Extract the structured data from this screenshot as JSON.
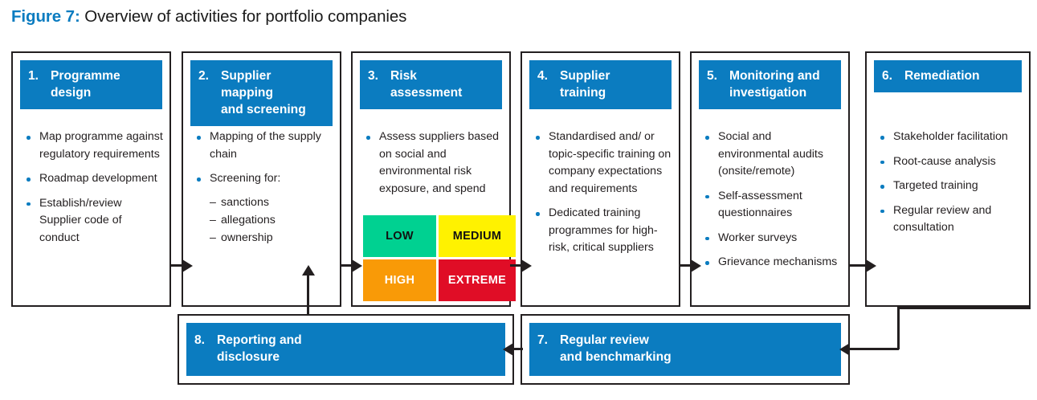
{
  "figure": {
    "label": "Figure 7:",
    "title": "Overview of activities for portfolio companies"
  },
  "colors": {
    "brand_blue": "#0b7cc0",
    "outline": "#231f20",
    "risk_low": "#00d191",
    "risk_medium": "#fff200",
    "risk_high": "#f99a07",
    "risk_extreme": "#e00d26"
  },
  "steps": [
    {
      "number": "1.",
      "title": "Programme\ndesign",
      "bullets": [
        "Map programme against regulatory requirements",
        "Roadmap development",
        "Establish/review Supplier code of conduct"
      ]
    },
    {
      "number": "2.",
      "title": "Supplier mapping\nand screening",
      "bullets": [
        "Mapping of the supply chain",
        "Screening for:"
      ],
      "sub_bullets": [
        "sanctions",
        "allegations",
        "ownership"
      ]
    },
    {
      "number": "3.",
      "title": "Risk\nassessment",
      "bullets": [
        "Assess suppliers based on social and environmental risk exposure, and spend"
      ],
      "risk_matrix": [
        {
          "label": "LOW",
          "color": "#00d191",
          "text_color": "#111111"
        },
        {
          "label": "MEDIUM",
          "color": "#fff200",
          "text_color": "#111111"
        },
        {
          "label": "HIGH",
          "color": "#f99a07",
          "text_color": "#ffffff"
        },
        {
          "label": "EXTREME",
          "color": "#e00d26",
          "text_color": "#ffffff"
        }
      ]
    },
    {
      "number": "4.",
      "title": "Supplier\ntraining",
      "bullets": [
        "Standardised and/ or topic-specific training on company expectations and requirements",
        "Dedicated training programmes for high-risk, critical suppliers"
      ]
    },
    {
      "number": "5.",
      "title": "Monitoring and\ninvestigation",
      "bullets": [
        "Social and environmental audits (onsite/remote)",
        "Self-assessment questionnaires",
        "Worker surveys",
        "Grievance mechanisms"
      ]
    },
    {
      "number": "6.",
      "title": "Remediation",
      "bullets": [
        "Stakeholder facilitation",
        "Root-cause analysis",
        "Targeted training",
        "Regular review and consultation"
      ]
    },
    {
      "number": "7.",
      "title": "Regular review\nand benchmarking"
    },
    {
      "number": "8.",
      "title": "Reporting and\ndisclosure"
    }
  ]
}
